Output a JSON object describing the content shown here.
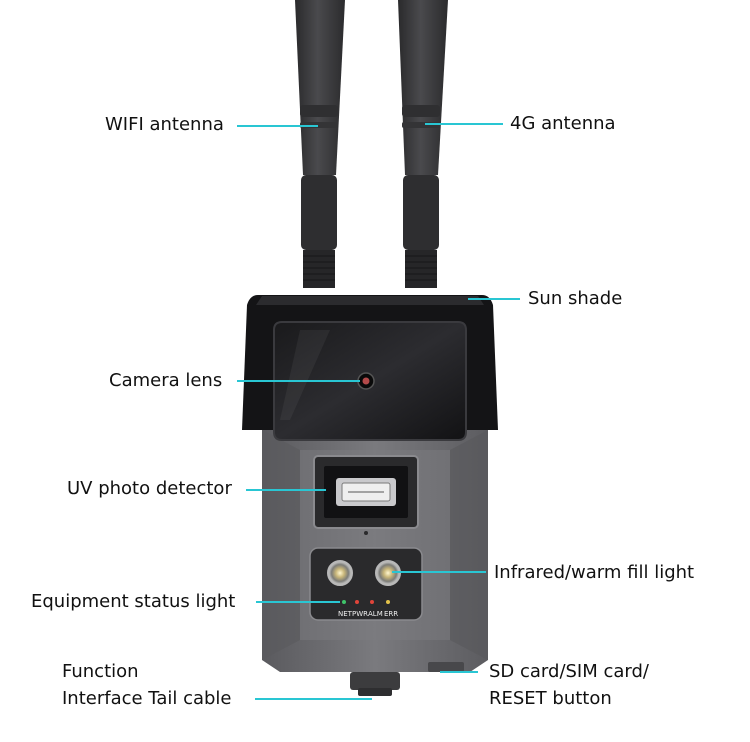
{
  "labels": {
    "wifi_antenna": "WIFI antenna",
    "g4_antenna": "4G antenna",
    "sun_shade": "Sun shade",
    "camera_lens": "Camera lens",
    "uv_detector": "UV photo detector",
    "fill_light": "Infrared/warm fill light",
    "status_light": "Equipment status light",
    "tail_cable_line1": "Function",
    "tail_cable_line2": "Interface Tail cable",
    "sd_card_line1": "SD card/SIM card/",
    "sd_card_line2": "RESET button"
  },
  "led_labels": [
    "NET",
    "PWR",
    "ALM",
    "ERR"
  ],
  "colors": {
    "leader_line": "#29c6d3",
    "body": "#6e6e72",
    "antenna": "#3a3a3c",
    "led_net": "#3fc46a",
    "led_pwr": "#e0453a",
    "led_alm": "#e0453a",
    "led_err": "#e3c24a"
  }
}
